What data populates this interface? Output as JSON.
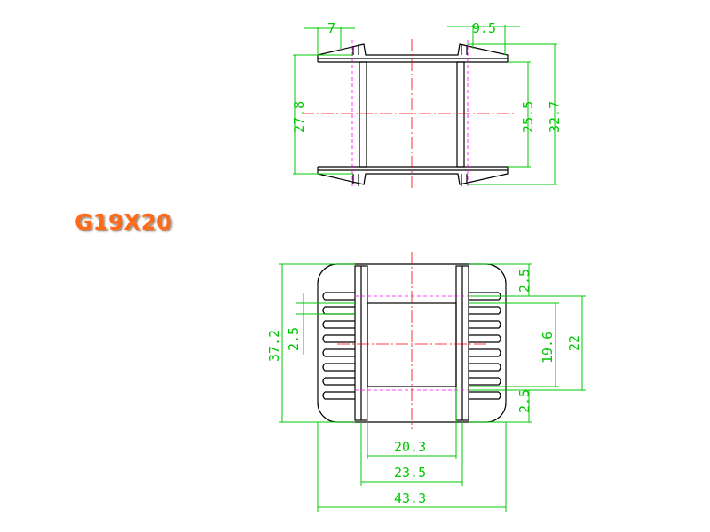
{
  "title": "G19X20",
  "colors": {
    "title": "#ff6a1a",
    "dimension": "#00c800",
    "outline": "#000000",
    "centerline": "#ff0000",
    "hidden": "#ff00ff"
  },
  "top_view": {
    "dim_pin_left": "7",
    "dim_pin_right": "9.5",
    "dim_height_left": "27.8",
    "dim_inner_right": "25.5",
    "dim_outer_right": "32.7"
  },
  "bottom_view": {
    "dim_total_height": "37.2",
    "dim_slot_left": "2.5",
    "dim_top_right": "2.5",
    "dim_slot_right": "19.6",
    "dim_outer_right": "22",
    "dim_bottom_right": "2.5",
    "dim_inner_width": "20.3",
    "dim_mid_width": "23.5",
    "dim_total_width": "43.3"
  }
}
